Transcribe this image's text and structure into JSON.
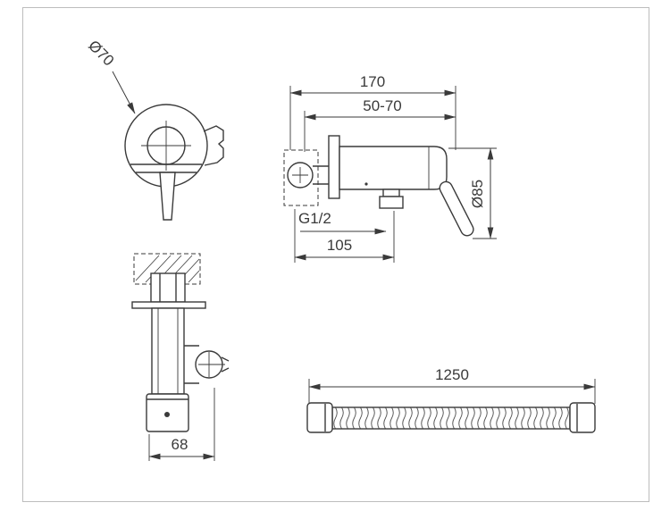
{
  "drawing": {
    "labels": {
      "front_diameter": "Ø70",
      "overall_length": "170",
      "install_depth_range": "50-70",
      "thread_size": "G1/2",
      "spout_distance": "105",
      "body_diameter": "Ø85",
      "holder_depth": "68",
      "hose_length": "1250"
    },
    "colors": {
      "line": "#3a3a3a",
      "frame": "#bdbdbd",
      "background": "#ffffff"
    }
  }
}
